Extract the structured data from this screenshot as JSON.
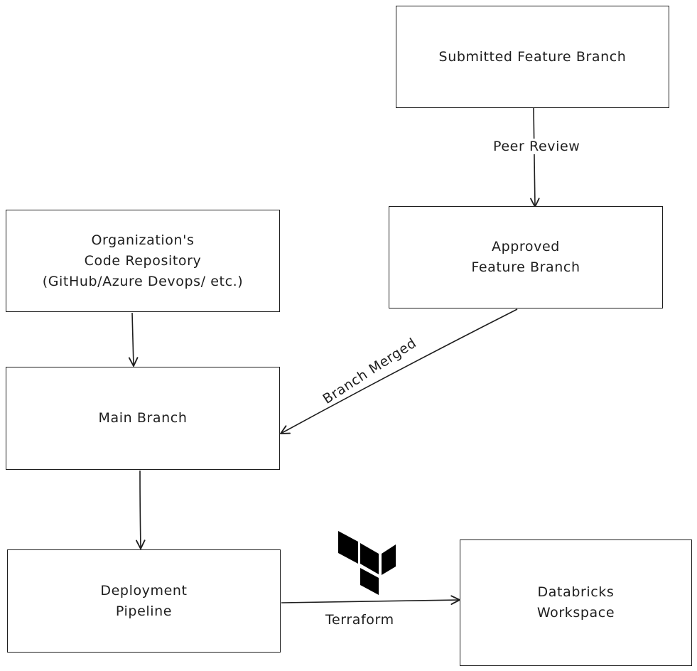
{
  "nodes": {
    "submitted": "Submitted Feature Branch",
    "approved": "Approved\nFeature Branch",
    "repo": "Organization's\nCode Repository\n(GitHub/Azure Devops/ etc.)",
    "main": "Main Branch",
    "pipeline": "Deployment\nPipeline",
    "workspace": "Databricks\nWorkspace"
  },
  "edges": {
    "peer_review": "Peer Review",
    "branch_merged": "Branch Merged",
    "terraform": "Terraform"
  },
  "icons": {
    "terraform_logo": "terraform-logo-icon"
  },
  "colors": {
    "stroke": "#1e1e1e",
    "background": "#ffffff",
    "logo": "#000000"
  }
}
